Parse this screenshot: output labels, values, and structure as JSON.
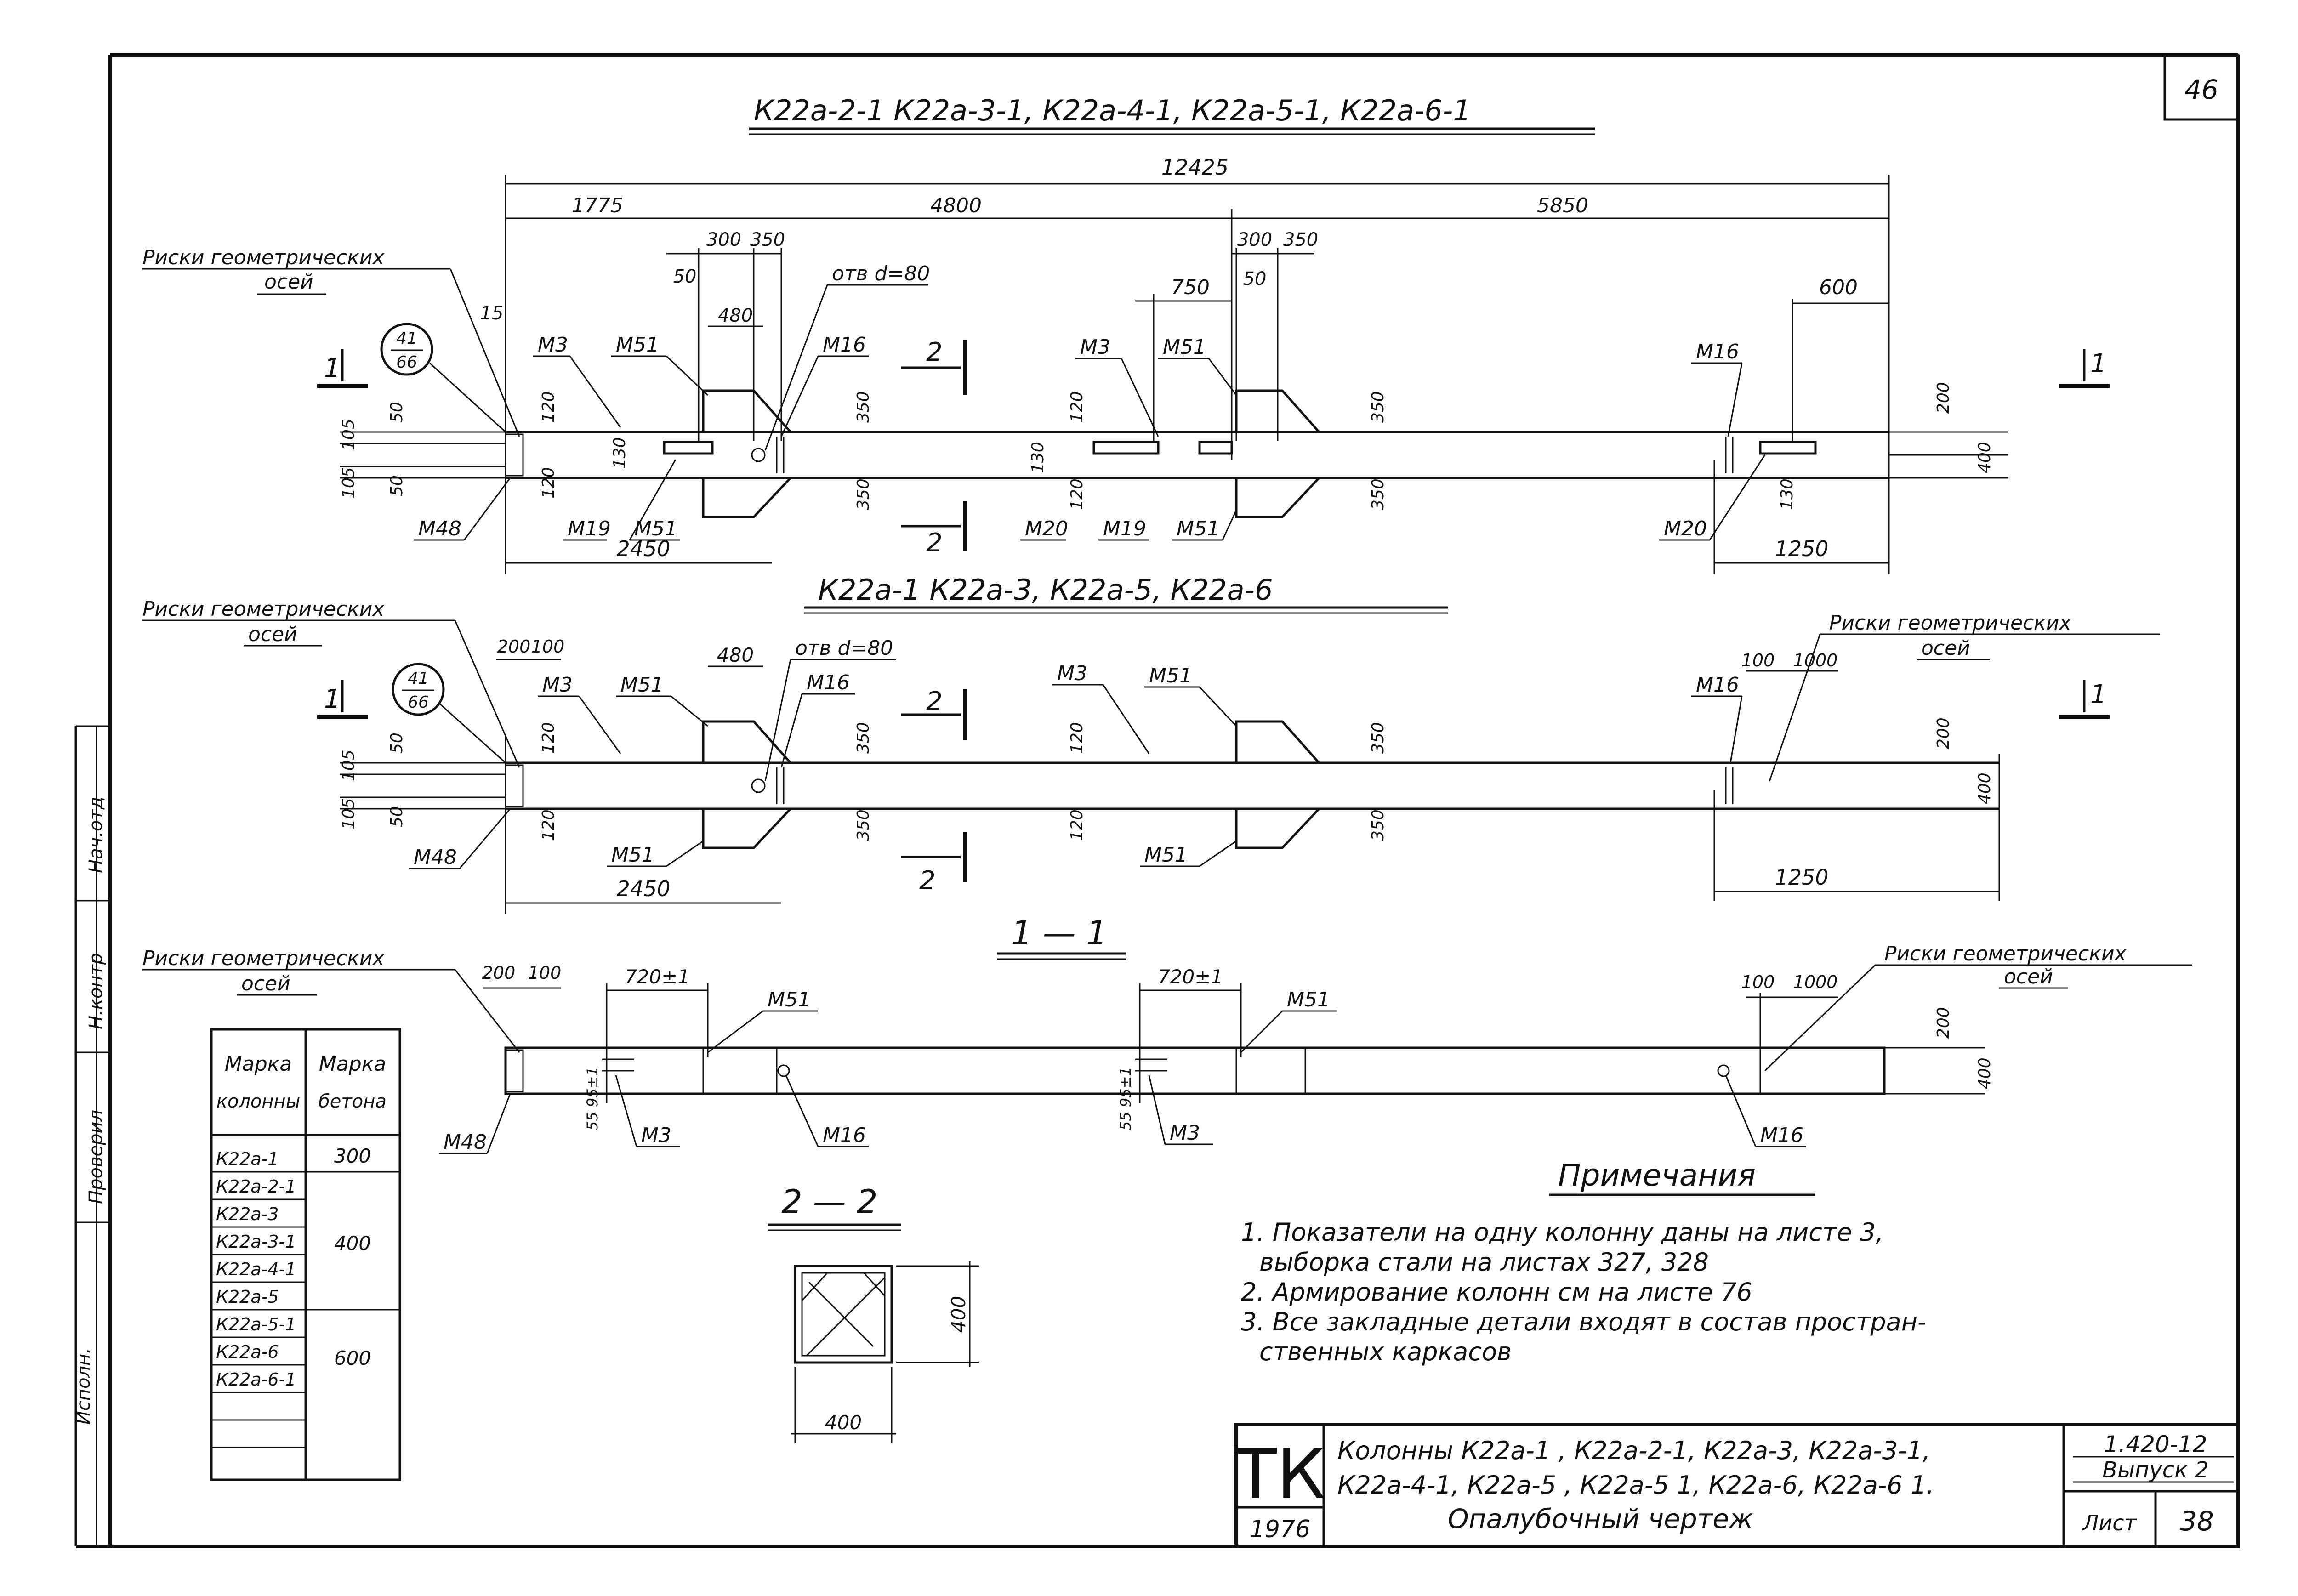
{
  "sheet": {
    "sheet_number": "46",
    "stamp_code": "ТК",
    "stamp_year": "1976",
    "doc_title_line1": "Колонны К22а-1 , К22а-2-1, К22а-3, К22а-3-1,",
    "doc_title_line2": "К22а-4-1, К22а-5 , К22а-5 1, К22а-6, К22а-6 1.",
    "doc_title_line3": "Опалубочный чертеж",
    "series_code": "1.420-12",
    "issue": "Выпуск 2",
    "list_label": "Лист",
    "list_number": "38",
    "side_labels": [
      "Нач.отд",
      "Н.контр",
      "Проверил",
      "Исполн."
    ]
  },
  "view_top": {
    "title": "К22а-2-1 К22а-3-1, К22а-4-1, К22а-5-1, К22а-6-1",
    "dims": {
      "overall": "12425",
      "seg1": "1775",
      "seg2": "4800",
      "seg3": "5850",
      "d300a": "300",
      "d350a": "350",
      "d300b": "300",
      "d350b": "350",
      "d50a": "50",
      "d480": "480",
      "d750": "750",
      "d50b": "50",
      "d600": "600",
      "d15": "15",
      "d2450": "2450",
      "d1250": "1250",
      "hole": "отв d=80"
    },
    "labels": {
      "axes_note_line1": "Риски геометрических",
      "axes_note_line2": "осей",
      "ref_num": "41",
      "ref_den": "66",
      "cut_1": "1",
      "cut_2": "2",
      "m3": "М3",
      "m51": "М51",
      "m16": "М16",
      "m48": "М48",
      "m19": "М19",
      "m20": "М20"
    },
    "vertical_dims": [
      "105",
      "105",
      "50",
      "50",
      "120",
      "120",
      "130",
      "350",
      "350",
      "120",
      "120",
      "130",
      "350",
      "350",
      "200",
      "400",
      "130"
    ]
  },
  "view_mid": {
    "title": "К22а-1 К22а-3, К22а-5, К22а-6",
    "dims": {
      "d200": "200",
      "d100": "100",
      "d480": "480",
      "d2450": "2450",
      "d1250": "1250",
      "d100b": "100",
      "d1000": "1000",
      "hole": "отв d=80"
    },
    "labels": {
      "axes_note_line1": "Риски геометрических",
      "axes_note_line2": "осей",
      "axes_note_right_line1": "Риски геометрических",
      "axes_note_right_line2": "осей",
      "ref_num": "41",
      "ref_den": "66",
      "m3": "М3",
      "m51": "М51",
      "m16": "М16",
      "m48": "М48"
    },
    "vertical_dims": [
      "105",
      "105",
      "50",
      "50",
      "120",
      "120",
      "350",
      "350",
      "120",
      "120",
      "350",
      "350",
      "200",
      "400"
    ]
  },
  "section_1_1": {
    "title": "1 — 1",
    "dims": {
      "d200": "200",
      "d100": "100",
      "d720a": "720±1",
      "d720b": "720±1",
      "d100b": "100",
      "d1000": "1000",
      "d200v": "200",
      "d400v": "400",
      "d5595a": "55 95±1",
      "d5595b": "55 95±1"
    },
    "labels": {
      "axes_note_line1": "Риски геометрических",
      "axes_note_line2": "осей",
      "axes_note_right_line1": "Риски геометрических",
      "axes_note_right_line2": "осей",
      "m51": "М51",
      "m3": "М3",
      "m16": "М16",
      "m48": "М48"
    }
  },
  "section_2_2": {
    "title": "2 — 2",
    "dim_h": "400",
    "dim_w": "400"
  },
  "concrete_table": {
    "header_col1_line1": "Марка",
    "header_col1_line2": "колонны",
    "header_col2_line1": "Марка",
    "header_col2_line2": "бетона",
    "rows": [
      "К22а-1",
      "К22а-2-1",
      "К22а-3",
      "К22а-3-1",
      "К22а-4-1",
      "К22а-5",
      "К22а-5-1",
      "К22а-6",
      "К22а-6-1"
    ],
    "grades": [
      "300",
      "400",
      "600"
    ]
  },
  "notes": {
    "title": "Примечания",
    "items": [
      "1. Показатели на одну колонну даны на листе 3,",
      "выборка стали на листах 327, 328",
      "2. Армирование колонн см на листе 76",
      "3. Все закладные детали входят в состав простран-",
      "ственных каркасов"
    ]
  }
}
